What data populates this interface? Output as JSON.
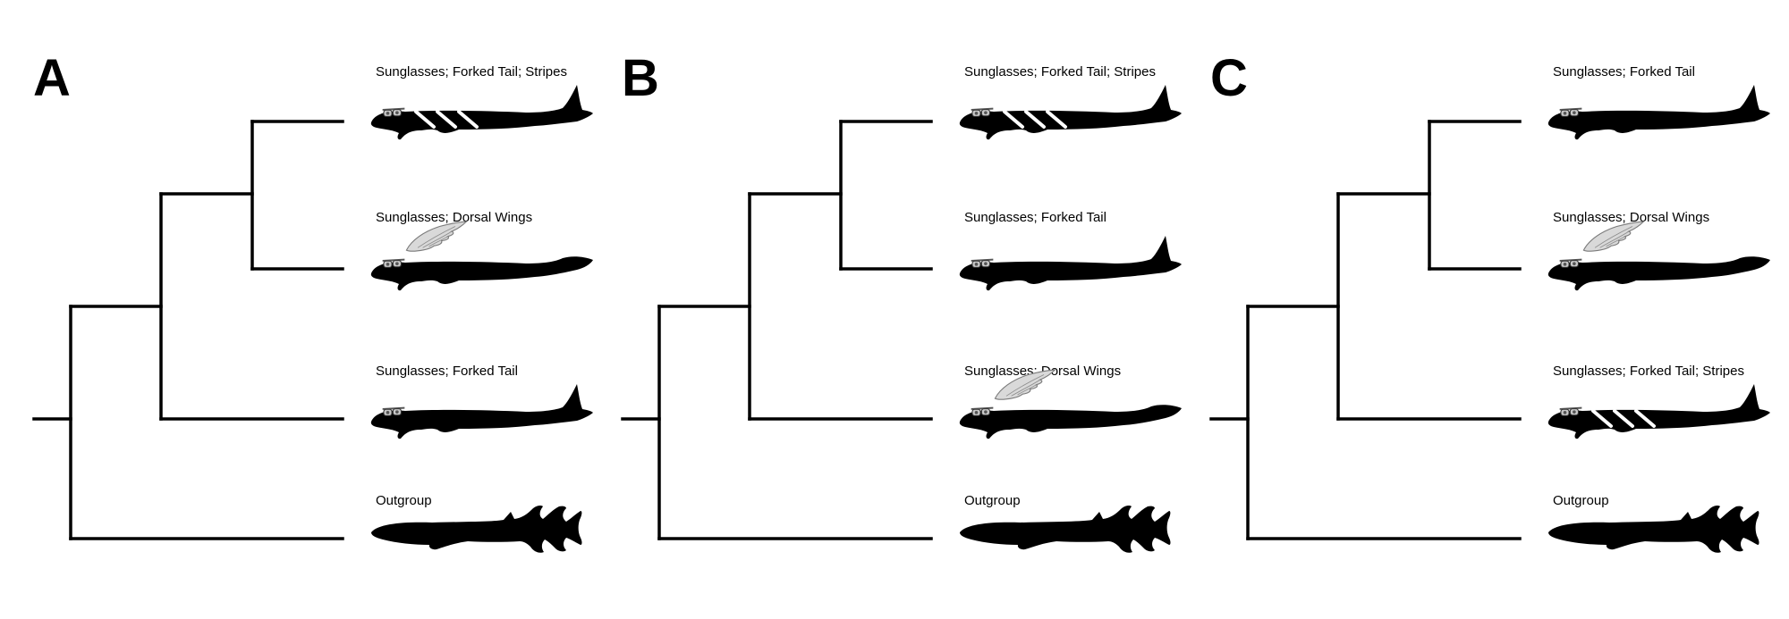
{
  "panels": [
    {
      "letter": "A",
      "taxa": [
        {
          "label": "Sunglasses; Forked Tail; Stripes",
          "traits": [
            "sunglasses",
            "forked-tail",
            "stripes"
          ]
        },
        {
          "label": "Sunglasses; Dorsal Wings",
          "traits": [
            "sunglasses",
            "dorsal-wings"
          ]
        },
        {
          "label": "Sunglasses; Forked Tail",
          "traits": [
            "sunglasses",
            "forked-tail"
          ]
        },
        {
          "label": "Outgroup",
          "traits": [
            "outgroup"
          ]
        }
      ]
    },
    {
      "letter": "B",
      "taxa": [
        {
          "label": "Sunglasses; Forked Tail; Stripes",
          "traits": [
            "sunglasses",
            "forked-tail",
            "stripes"
          ]
        },
        {
          "label": "Sunglasses; Forked Tail",
          "traits": [
            "sunglasses",
            "forked-tail"
          ]
        },
        {
          "label": "Sunglasses; Dorsal Wings",
          "traits": [
            "sunglasses",
            "dorsal-wings"
          ]
        },
        {
          "label": "Outgroup",
          "traits": [
            "outgroup"
          ]
        }
      ]
    },
    {
      "letter": "C",
      "taxa": [
        {
          "label": "Sunglasses; Forked Tail",
          "traits": [
            "sunglasses",
            "forked-tail"
          ]
        },
        {
          "label": "Sunglasses; Dorsal Wings",
          "traits": [
            "sunglasses",
            "dorsal-wings"
          ]
        },
        {
          "label": "Sunglasses; Forked Tail; Stripes",
          "traits": [
            "sunglasses",
            "forked-tail",
            "stripes"
          ]
        },
        {
          "label": "Outgroup",
          "traits": [
            "outgroup"
          ]
        }
      ]
    }
  ],
  "colors": {
    "branch": "#000000",
    "silhouette": "#000000",
    "wing": "#d9d9d9",
    "stripe": "#ffffff"
  }
}
